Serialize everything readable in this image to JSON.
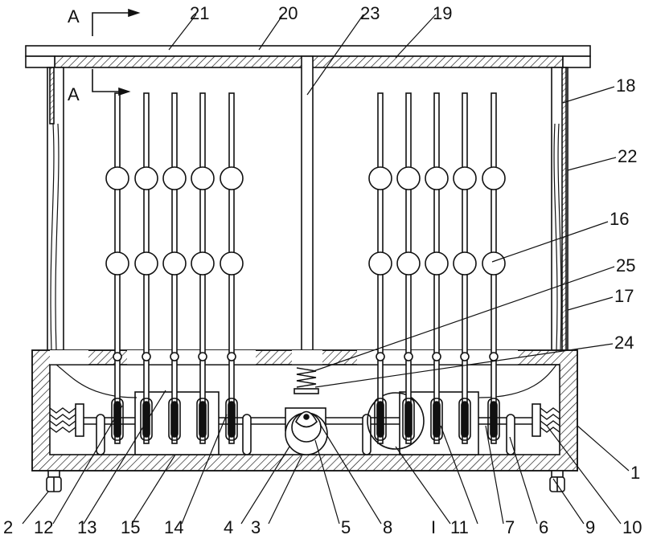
{
  "section_marks": [
    {
      "letter": "A"
    },
    {
      "letter": "A"
    }
  ],
  "callouts": [
    {
      "id": "1",
      "text": "1"
    },
    {
      "id": "2",
      "text": "2"
    },
    {
      "id": "3",
      "text": "3"
    },
    {
      "id": "4",
      "text": "4"
    },
    {
      "id": "5",
      "text": "5"
    },
    {
      "id": "6",
      "text": "6"
    },
    {
      "id": "7",
      "text": "7"
    },
    {
      "id": "8",
      "text": "8"
    },
    {
      "id": "9",
      "text": "9"
    },
    {
      "id": "10",
      "text": "10"
    },
    {
      "id": "11",
      "text": "11"
    },
    {
      "id": "12",
      "text": "12"
    },
    {
      "id": "13",
      "text": "13"
    },
    {
      "id": "14",
      "text": "14"
    },
    {
      "id": "15",
      "text": "15"
    },
    {
      "id": "16",
      "text": "16"
    },
    {
      "id": "17",
      "text": "17"
    },
    {
      "id": "18",
      "text": "18"
    },
    {
      "id": "19",
      "text": "19"
    },
    {
      "id": "20",
      "text": "20"
    },
    {
      "id": "21",
      "text": "21"
    },
    {
      "id": "22",
      "text": "22"
    },
    {
      "id": "23",
      "text": "23"
    },
    {
      "id": "24",
      "text": "24"
    },
    {
      "id": "25",
      "text": "25"
    },
    {
      "id": "I",
      "text": "I"
    }
  ],
  "style": {
    "line_color": "#111111",
    "fill_color": "#ffffff"
  }
}
